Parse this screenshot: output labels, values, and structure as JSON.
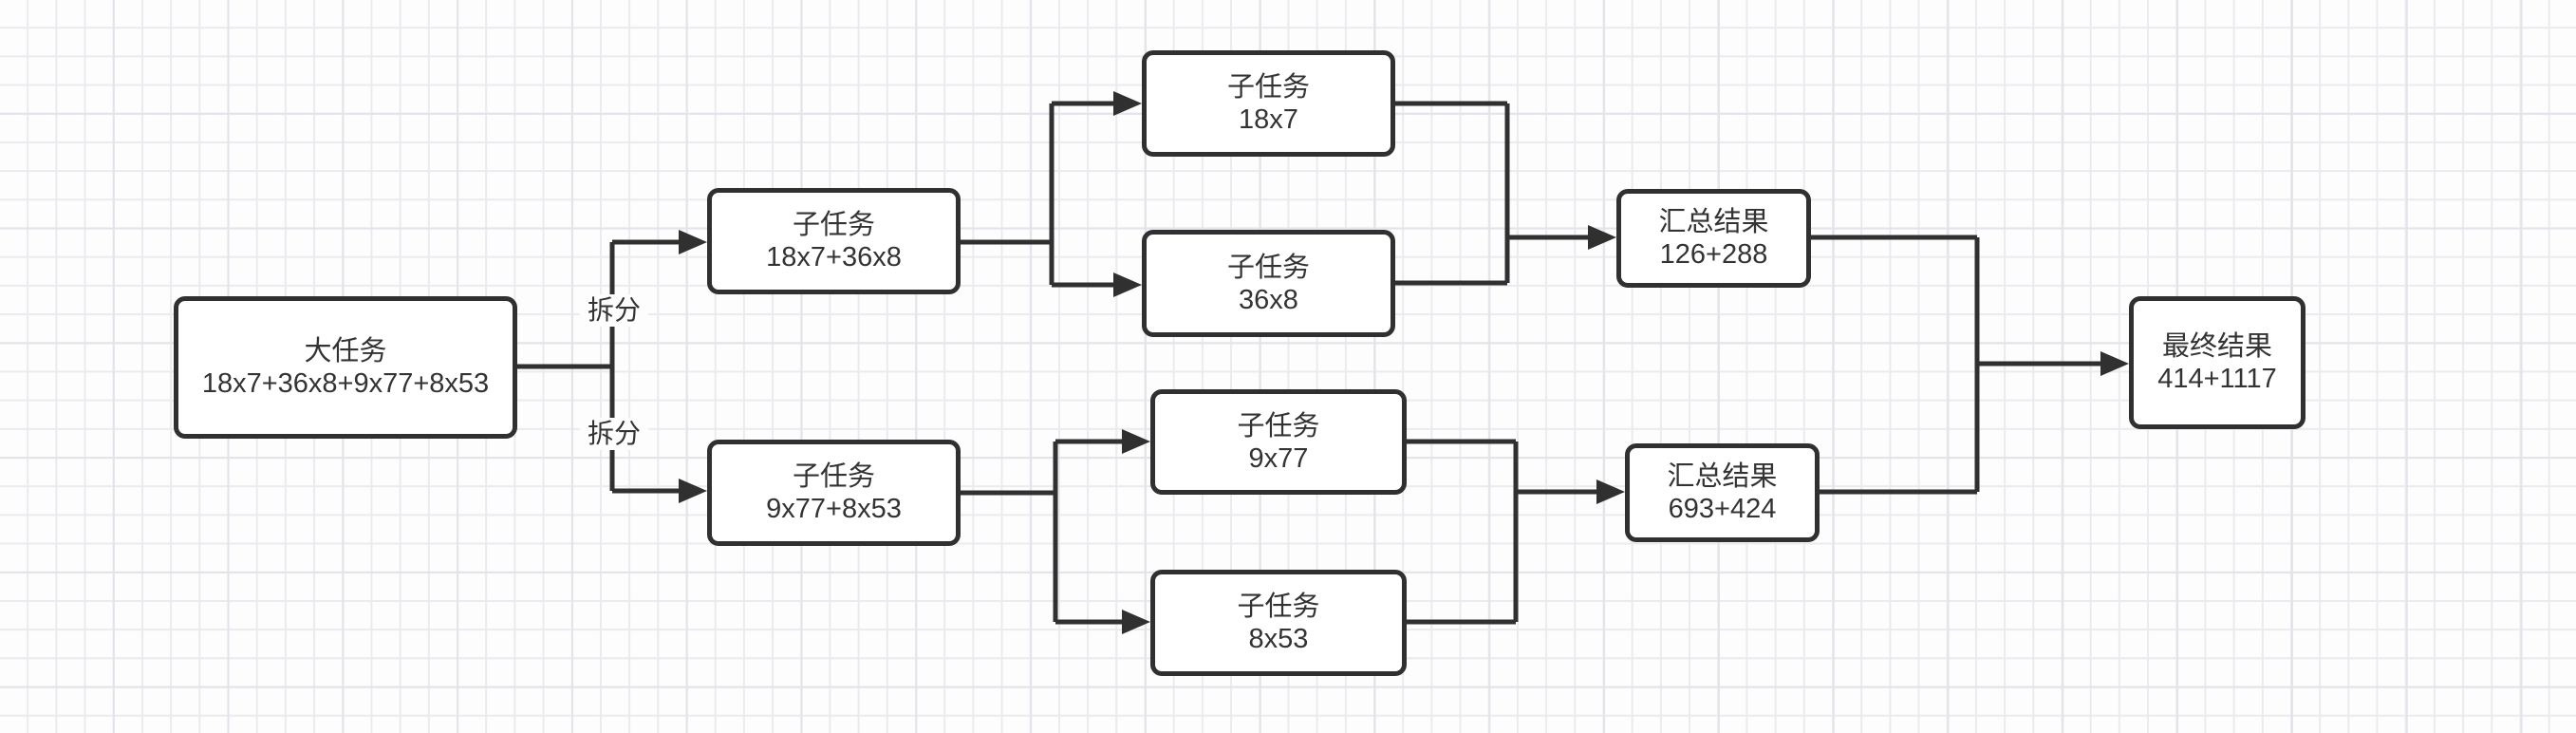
{
  "diagram": {
    "nodes": {
      "big_task": {
        "title": "大任务",
        "expr": "18x7+36x8+9x77+8x53"
      },
      "subtask_top": {
        "title": "子任务",
        "expr": "18x7+36x8"
      },
      "subtask_bottom": {
        "title": "子任务",
        "expr": "9x77+8x53"
      },
      "subtask_18x7": {
        "title": "子任务",
        "expr": "18x7"
      },
      "subtask_36x8": {
        "title": "子任务",
        "expr": "36x8"
      },
      "subtask_9x77": {
        "title": "子任务",
        "expr": "9x77"
      },
      "subtask_8x53": {
        "title": "子任务",
        "expr": "8x53"
      },
      "aggregate_top": {
        "title": "汇总结果",
        "expr": "126+288"
      },
      "aggregate_bottom": {
        "title": "汇总结果",
        "expr": "693+424"
      },
      "final_result": {
        "title": "最终结果",
        "expr": "414+1117"
      }
    },
    "edge_labels": {
      "split_top": "拆分",
      "split_bottom": "拆分"
    },
    "colors": {
      "stroke": "#303030",
      "node_fill": "#ffffff",
      "text": "#333333",
      "canvas": "#fdfdfd",
      "grid_line": "#ebebef",
      "grid_line_major": "#e3e3e9"
    }
  }
}
